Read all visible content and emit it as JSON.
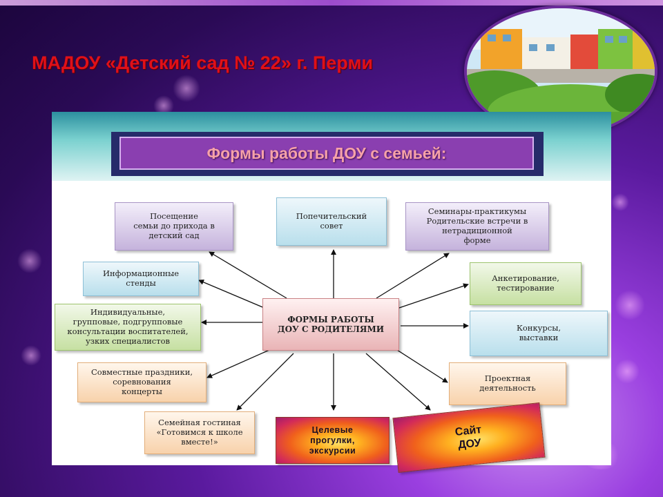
{
  "slide": {
    "title": "МАДОУ «Детский сад № 22» г. Перми",
    "photo_alt": "kindergarten-building-photo"
  },
  "panel": {
    "header": "Формы работы ДОУ с семьей:"
  },
  "diagram": {
    "center": "ФОРМЫ РАБОТЫ\nДОУ С РОДИТЕЛЯМИ",
    "nodes": {
      "home_visit": "Посещение\nсемьи до прихода в\nдетский сад",
      "trustee_council": "Попечительский\nсовет",
      "seminars": "Семинары-практикумы\nРодительские встречи в\nнетрадиционной\nформе",
      "info_stands": "Информационные\nстенды",
      "surveys": "Анкетирование,\nтестирование",
      "consultations": "Индивидуальные,\nгрупповые, подгрупповые\nконсультации воспитателей,\nузких специалистов",
      "contests": "Конкурсы,\nвыставки",
      "holidays": "Совместные праздники,\nсоревнования\nконцерты",
      "projects": "Проектная\nдеятельность",
      "family_lounge": "Семейная гостиная\n«Готовимся к школе\nвместе!»",
      "walks": "Целевые\nпрогулки,\nэкскурсии",
      "site": "Сайт\nДОУ"
    }
  },
  "colors": {
    "title_red": "#e01018",
    "header_purple": "#8a3fb0",
    "slide_purple": "#5a1a9e"
  }
}
